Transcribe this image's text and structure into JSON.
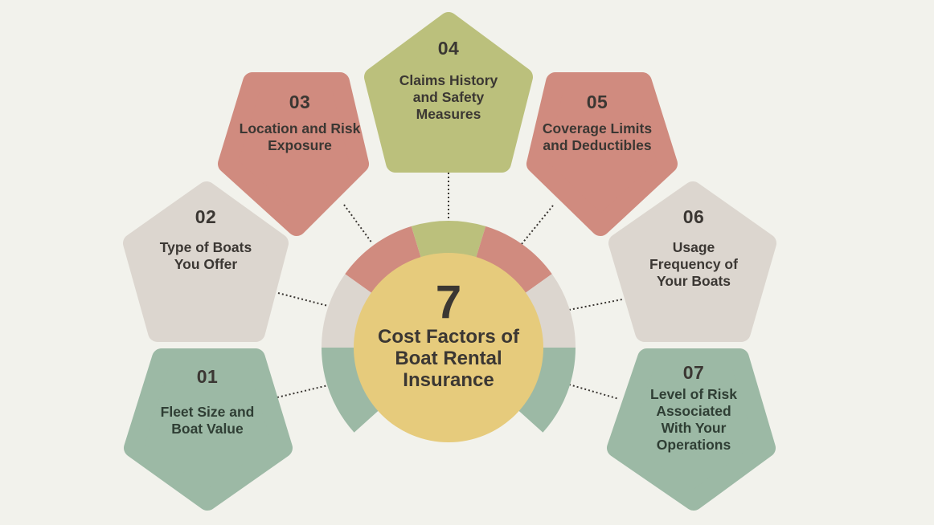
{
  "center": {
    "number": "7",
    "title": "Cost Factors of Boat Rental Insurance"
  },
  "colors": {
    "background": "#f2f2ec",
    "center": "#e6cb7c",
    "red": "#d08b7f",
    "olive": "#bbc07c",
    "beige": "#dcd6cf",
    "green": "#9cb9a5",
    "text": "#3b3733"
  },
  "factors": [
    {
      "number": "01",
      "label": "Fleet Size and Boat Value",
      "color": "green"
    },
    {
      "number": "02",
      "label": "Type of Boats You Offer",
      "color": "beige"
    },
    {
      "number": "03",
      "label": "Location and Risk Exposure",
      "color": "red"
    },
    {
      "number": "04",
      "label": "Claims History and Safety Measures",
      "color": "olive"
    },
    {
      "number": "05",
      "label": "Coverage Limits and Deductibles",
      "color": "red"
    },
    {
      "number": "06",
      "label": "Usage Frequency of Your Boats",
      "color": "beige"
    },
    {
      "number": "07",
      "label": "Level of Risk Associated With Your Operations",
      "color": "green"
    }
  ]
}
